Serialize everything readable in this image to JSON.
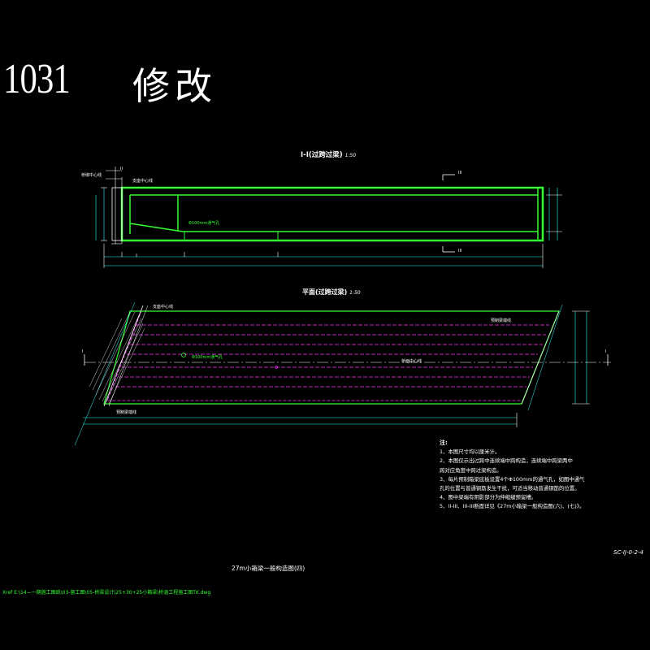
{
  "header": {
    "number": "1031",
    "revision": "修改"
  },
  "section_view": {
    "title": "I-I(过跨过梁)",
    "scale": "1:50"
  },
  "plan_view": {
    "title": "平面(过跨过梁)",
    "scale": "1:50"
  },
  "labels": {
    "support_center": "支座中心线",
    "bearing_center_left": "桥墩中心线",
    "vent_hole": "Φ100mm通气孔",
    "vent_hole_plan": "Φ100mm通气孔",
    "bridge_center": "桥面中心线",
    "support_center_plan": "支座中心线",
    "prestress": "预制梁端线",
    "end_line": "预制梁端线",
    "sec_i": "I",
    "sec_iii": "III",
    "sec_ii": "II"
  },
  "notes": {
    "heading": "注:",
    "items": [
      "1、本图尺寸均以厘米计。",
      "2、本图仅示出过跨中连续端中跨构造，连续端中跨梁两中",
      "   跨对应角度中跨过梁构造。",
      "3、每片预制箱梁底板设置4个Φ100mm的通气孔，如图中通气",
      "   孔的位置与普通钢筋发生干扰，可适当移动普通钢筋的位置。",
      "4、图中梁端有阴影部分为伸缩缝预留槽。",
      "5、II-III、III-III断面详见《27m小箱梁一般构造图(六)、(七)》。"
    ]
  },
  "footer": {
    "drawing_no": "SC-IJ-0-2-4",
    "drawing_title": "27m小箱梁一般构造图(四)",
    "xref": "Xref E:\\14—一期施工图纸\\03-施工图\\05-桥梁设计\\25+30+25小箱梁\\桥涵工程施工图TK.dwg"
  },
  "colors": {
    "background": "#000000",
    "green": "#33ff33",
    "magenta": "#ff33ff",
    "white": "#ffffff",
    "cyan": "#33ffff"
  }
}
